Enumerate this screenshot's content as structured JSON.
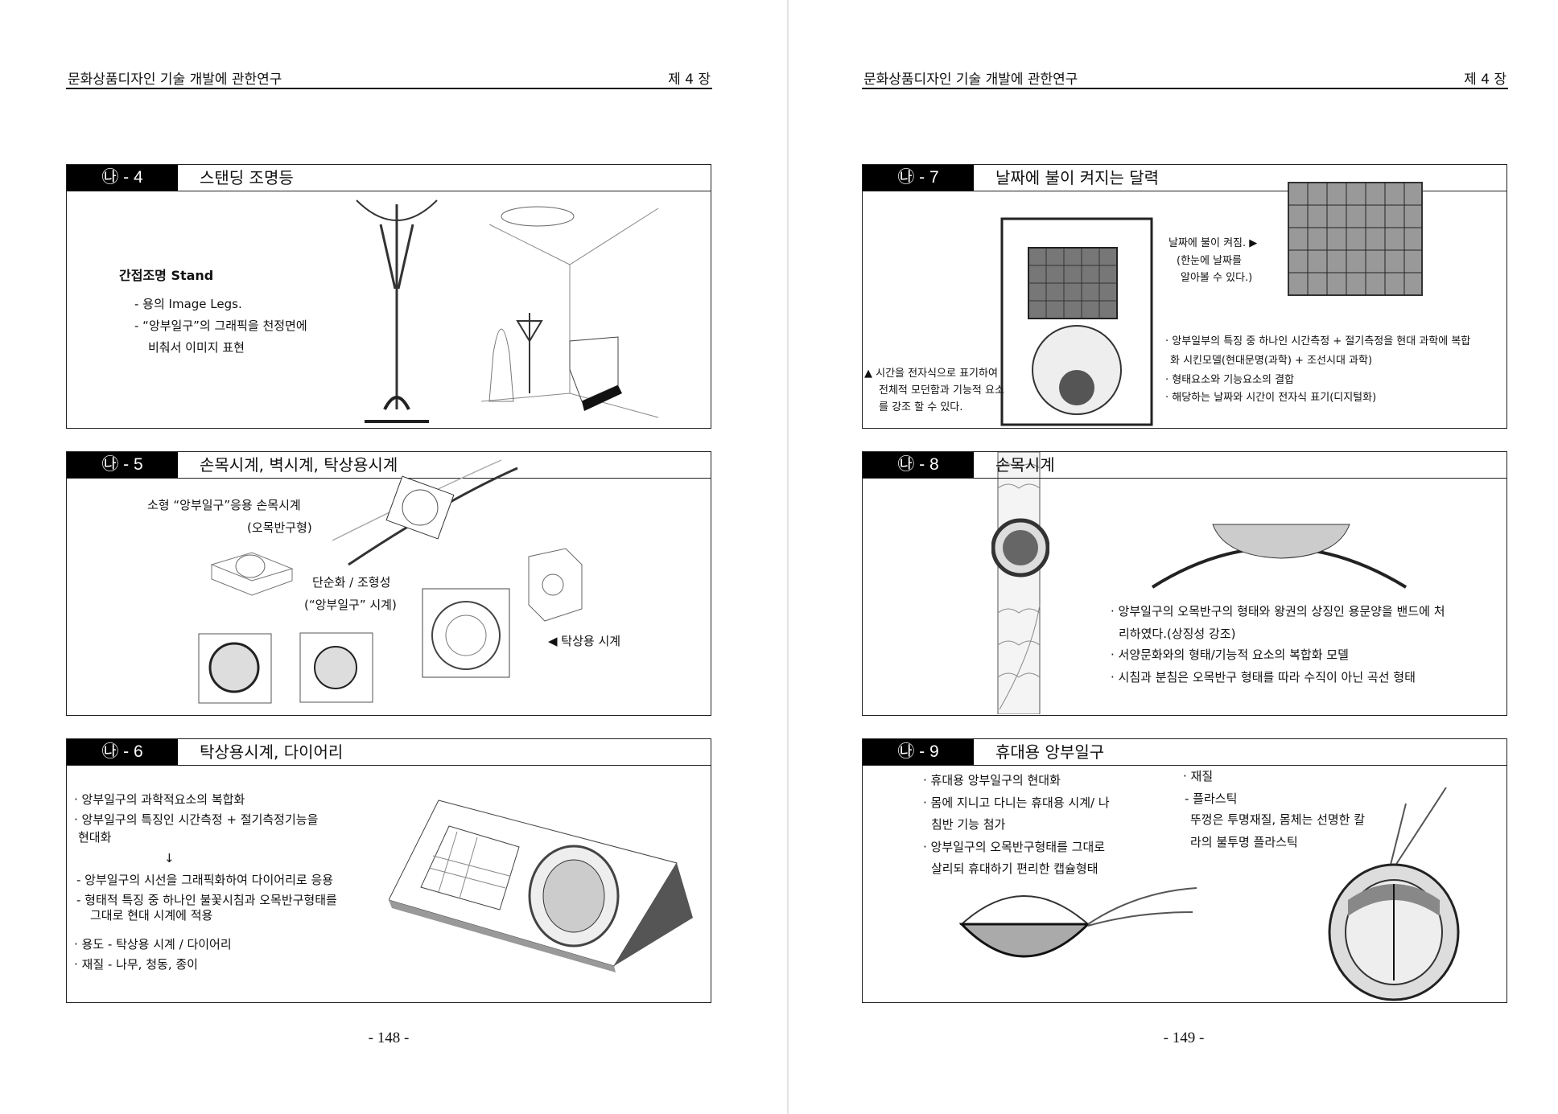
{
  "running_head": {
    "title": "문화상품디자인 기술 개발에 관한연구",
    "chapter": "제 4 장"
  },
  "pages": [
    {
      "number": "- 148 -"
    },
    {
      "number": "- 149 -"
    }
  ],
  "panels": {
    "p4": {
      "tab": "㉯ - 4",
      "title": "스탠딩 조명등",
      "heading": "간접조명 Stand",
      "lines": [
        "- 용의 Image Legs.",
        "- “앙부일구”의 그래픽을 천정면에",
        "비춰서 이미지 표현"
      ]
    },
    "p5": {
      "tab": "㉯ - 5",
      "title": "손목시계, 벽시계, 탁상용시계",
      "wrist": "소형 “앙부일구”응용 손목시계",
      "wrist_sub": "(오목반구형)",
      "simple": "단순화 / 조형성",
      "simple_sub": "(“앙부일구” 시계)",
      "desk": "◀ 탁상용 시계"
    },
    "p6": {
      "tab": "㉯ - 6",
      "title": "탁상용시계, 다이어리",
      "lines": [
        "· 앙부일구의 과학적요소의 복합화",
        "· 앙부일구의 특징인 시간측정 + 절기측정기능을",
        "현대화",
        "↓",
        "- 앙부일구의 시선을 그래픽화하여 다이어리로 응용",
        "- 형태적 특징 중 하나인 불꽃시침과 오목반구형태를",
        "그대로 현대 시계에 적용",
        "· 용도 - 탁상용 시계 / 다이어리",
        "· 재질 - 나무, 청동, 종이"
      ]
    },
    "p7": {
      "tab": "㉯ - 7",
      "title": "날짜에 불이 켜지는 달력",
      "callout": [
        "날짜에 불이 켜짐. ▶",
        "(한눈에 날짜를",
        "알아볼 수 있다.)"
      ],
      "bullets": [
        "· 앙부일부의 특징 중 하나인 시간측정 + 절기측정을 현대 과학에 복합",
        "화 시킨모델(현대문명(과학) + 조선시대 과학)",
        "· 형태요소와 기능요소의 결합",
        "· 해당하는 날짜와 시간이 전자식 표기(디지털화)"
      ],
      "note": [
        "▲ 시간을 전자식으로 표기하여",
        "전체적 모던함과 기능적 요소",
        "를 강조 할 수 있다."
      ]
    },
    "p8": {
      "tab": "㉯ - 8",
      "title": "손목시계",
      "lines": [
        "· 앙부일구의 오목반구의 형태와 왕권의 상징인 용문양을 밴드에 처",
        "리하였다.(상징성 강조)",
        "· 서양문화와의 형태/기능적 요소의 복합화 모델",
        "· 시침과 분침은 오목반구 형태를 따라 수직이 아닌 곡선 형태"
      ]
    },
    "p9": {
      "tab": "㉯ - 9",
      "title": "휴대용 앙부일구",
      "left": [
        "· 휴대용 앙부일구의 현대화",
        "· 몸에 지니고 다니는 휴대용 시계/ 나",
        "침반 기능 첨가",
        "· 앙부일구의 오목반구형태를 그대로",
        "살리되 휴대하기 편리한 캡슐형태"
      ],
      "right": [
        "· 재질",
        "- 플라스틱",
        "뚜껑은 투명재질, 몸체는 선명한 칼",
        "라의 불투명 플라스틱"
      ]
    }
  }
}
